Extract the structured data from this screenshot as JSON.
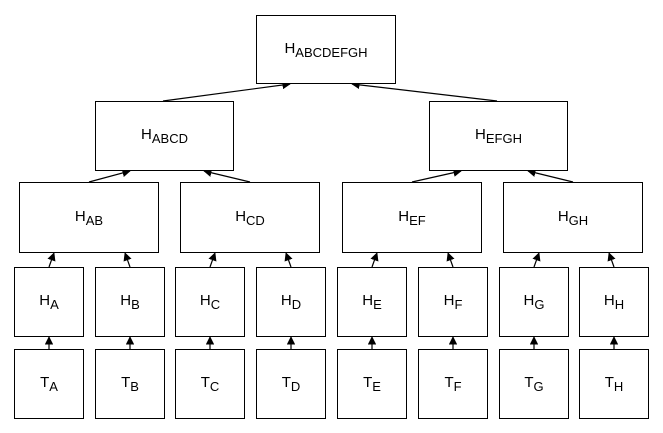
{
  "tree": {
    "root": {
      "base": "H",
      "sub": "ABCDEFGH"
    },
    "level2": [
      {
        "base": "H",
        "sub": "ABCD"
      },
      {
        "base": "H",
        "sub": "EFGH"
      }
    ],
    "level3": [
      {
        "base": "H",
        "sub": "AB"
      },
      {
        "base": "H",
        "sub": "CD"
      },
      {
        "base": "H",
        "sub": "EF"
      },
      {
        "base": "H",
        "sub": "GH"
      }
    ],
    "hashes": [
      {
        "base": "H",
        "sub": "A"
      },
      {
        "base": "H",
        "sub": "B"
      },
      {
        "base": "H",
        "sub": "C"
      },
      {
        "base": "H",
        "sub": "D"
      },
      {
        "base": "H",
        "sub": "E"
      },
      {
        "base": "H",
        "sub": "F"
      },
      {
        "base": "H",
        "sub": "G"
      },
      {
        "base": "H",
        "sub": "H"
      }
    ],
    "transactions": [
      {
        "base": "T",
        "sub": "A"
      },
      {
        "base": "T",
        "sub": "B"
      },
      {
        "base": "T",
        "sub": "C"
      },
      {
        "base": "T",
        "sub": "D"
      },
      {
        "base": "T",
        "sub": "E"
      },
      {
        "base": "T",
        "sub": "F"
      },
      {
        "base": "T",
        "sub": "G"
      },
      {
        "base": "T",
        "sub": "H"
      }
    ]
  }
}
